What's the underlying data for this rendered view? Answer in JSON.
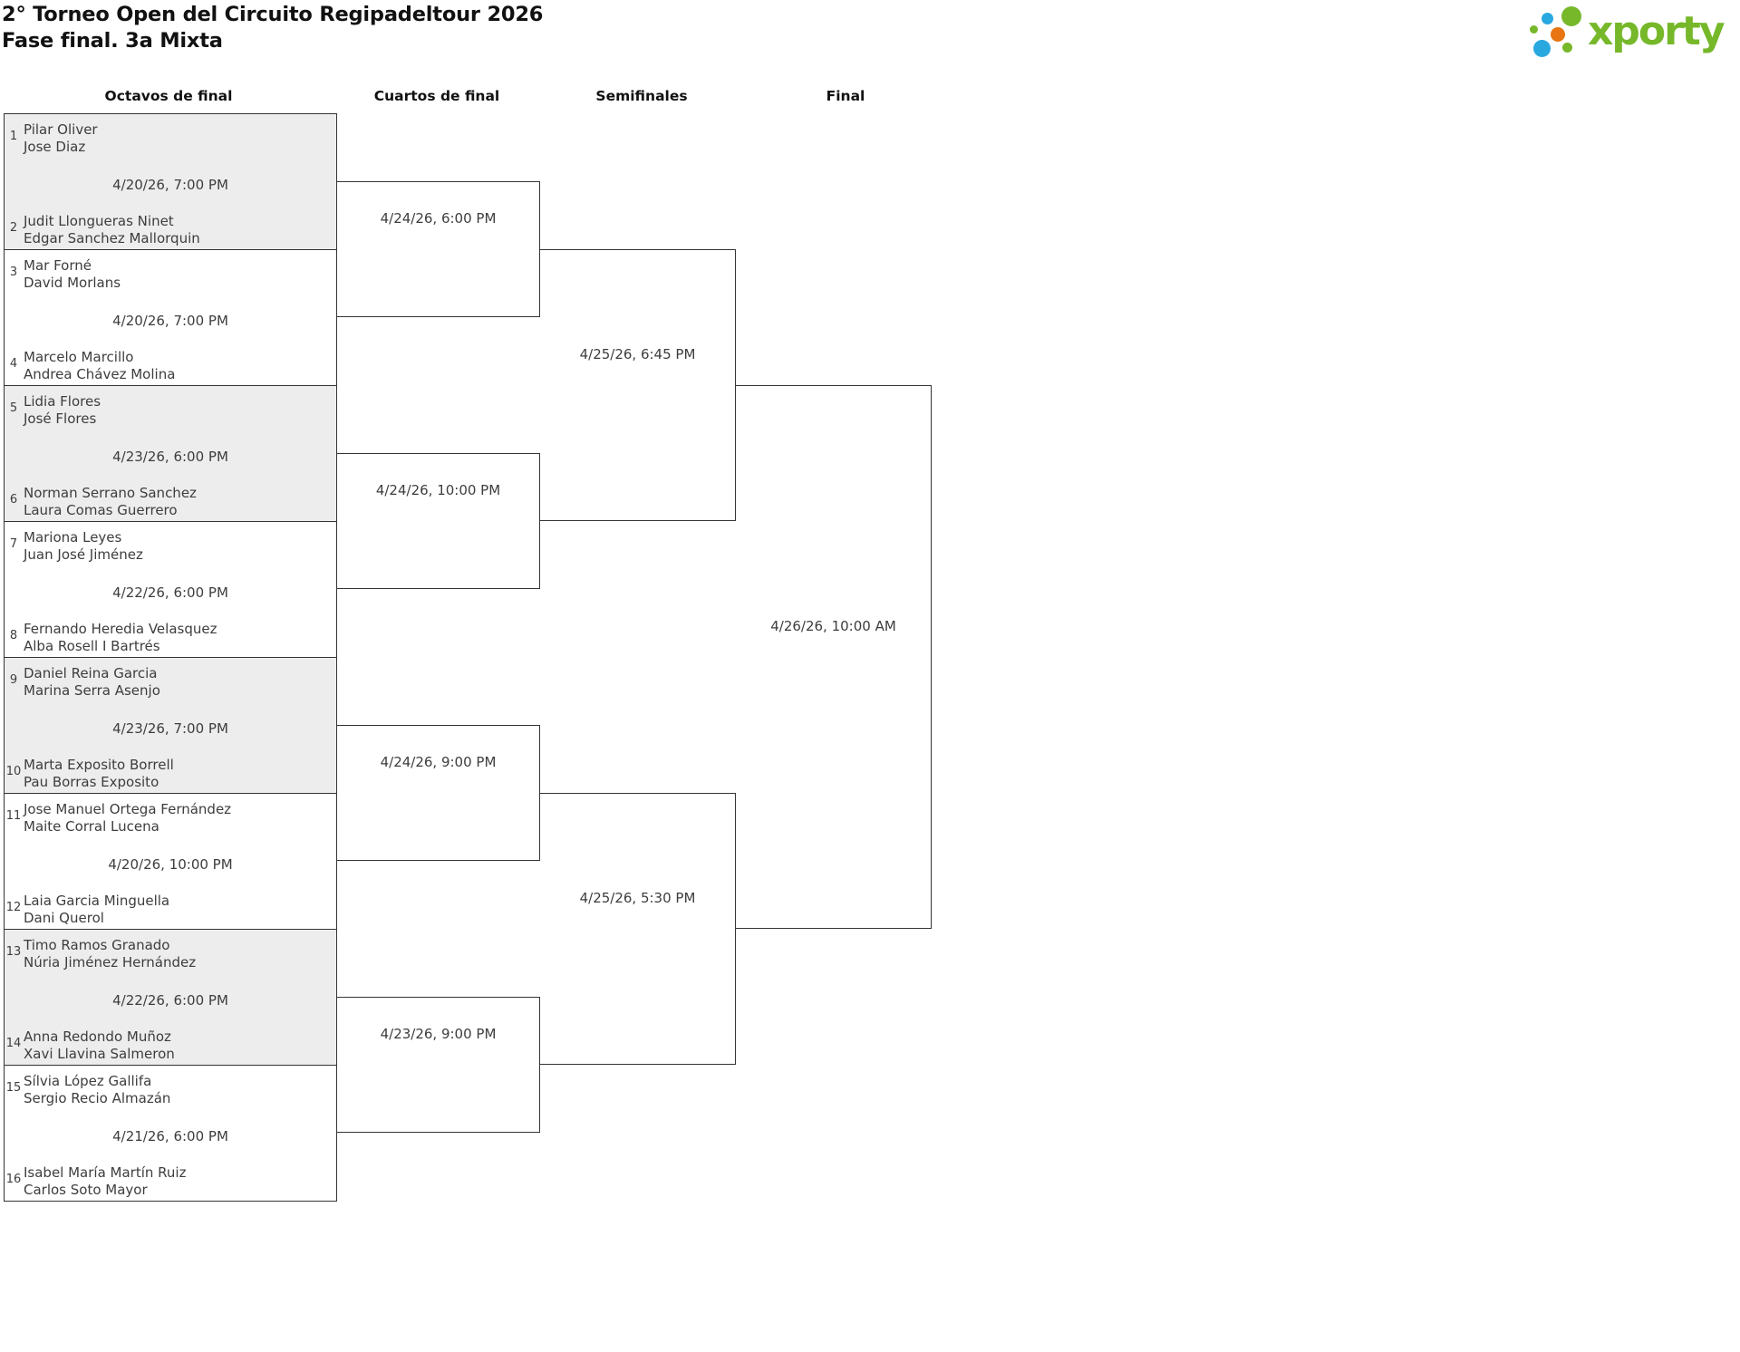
{
  "page": {
    "title_line1": "2° Torneo Open del Circuito Regipadeltour 2026",
    "title_line2": "Fase final. 3a Mixta"
  },
  "logo": {
    "wordmark": "xporty",
    "green": "#76b82a",
    "blue": "#29a8e0",
    "orange": "#e87511"
  },
  "rounds": {
    "r16_label": "Octavos de final",
    "qf_label": "Cuartos de final",
    "sf_label": "Semifinales",
    "final_label": "Final"
  },
  "octavos": [
    {
      "seed_top": "1",
      "team_top_line1": "Pilar Oliver",
      "team_top_line2": "Jose Diaz",
      "datetime": "4/20/26, 7:00 PM",
      "seed_bottom": "2",
      "team_bottom_line1": "Judit Llongueras Ninet",
      "team_bottom_line2": "Edgar Sanchez Mallorquin"
    },
    {
      "seed_top": "3",
      "team_top_line1": "Mar Forné",
      "team_top_line2": "David Morlans",
      "datetime": "4/20/26, 7:00 PM",
      "seed_bottom": "4",
      "team_bottom_line1": "Marcelo Marcillo",
      "team_bottom_line2": "Andrea Chávez Molina"
    },
    {
      "seed_top": "5",
      "team_top_line1": "Lidia Flores",
      "team_top_line2": "José Flores",
      "datetime": "4/23/26, 6:00 PM",
      "seed_bottom": "6",
      "team_bottom_line1": "Norman Serrano Sanchez",
      "team_bottom_line2": "Laura Comas Guerrero"
    },
    {
      "seed_top": "7",
      "team_top_line1": "Mariona Leyes",
      "team_top_line2": "Juan José Jiménez",
      "datetime": "4/22/26, 6:00 PM",
      "seed_bottom": "8",
      "team_bottom_line1": "Fernando Heredia Velasquez",
      "team_bottom_line2": "Alba Rosell I Bartrés"
    },
    {
      "seed_top": "9",
      "team_top_line1": "Daniel Reina Garcia",
      "team_top_line2": "Marina Serra Asenjo",
      "datetime": "4/23/26, 7:00 PM",
      "seed_bottom": "10",
      "team_bottom_line1": "Marta Exposito Borrell",
      "team_bottom_line2": "Pau Borras Exposito"
    },
    {
      "seed_top": "11",
      "team_top_line1": "Jose Manuel Ortega Fernández",
      "team_top_line2": "Maite Corral Lucena",
      "datetime": "4/20/26, 10:00 PM",
      "seed_bottom": "12",
      "team_bottom_line1": "Laia Garcia Minguella",
      "team_bottom_line2": "Dani Querol"
    },
    {
      "seed_top": "13",
      "team_top_line1": "Timo Ramos Granado",
      "team_top_line2": "Núria Jiménez Hernández",
      "datetime": "4/22/26, 6:00 PM",
      "seed_bottom": "14",
      "team_bottom_line1": "Anna Redondo Muñoz",
      "team_bottom_line2": "Xavi Llavina Salmeron"
    },
    {
      "seed_top": "15",
      "team_top_line1": "Sílvia López Gallifa",
      "team_top_line2": "Sergio Recio Almazán",
      "datetime": "4/21/26, 6:00 PM",
      "seed_bottom": "16",
      "team_bottom_line1": "Isabel María Martín Ruiz",
      "team_bottom_line2": "Carlos Soto Mayor"
    }
  ],
  "cuartos": [
    {
      "datetime": "4/24/26, 6:00 PM"
    },
    {
      "datetime": "4/24/26, 10:00 PM"
    },
    {
      "datetime": "4/24/26, 9:00 PM"
    },
    {
      "datetime": "4/23/26, 9:00 PM"
    }
  ],
  "semifinales": [
    {
      "datetime": "4/25/26, 6:45 PM"
    },
    {
      "datetime": "4/25/26, 5:30 PM"
    }
  ],
  "final": {
    "datetime": "4/26/26, 10:00 AM"
  }
}
